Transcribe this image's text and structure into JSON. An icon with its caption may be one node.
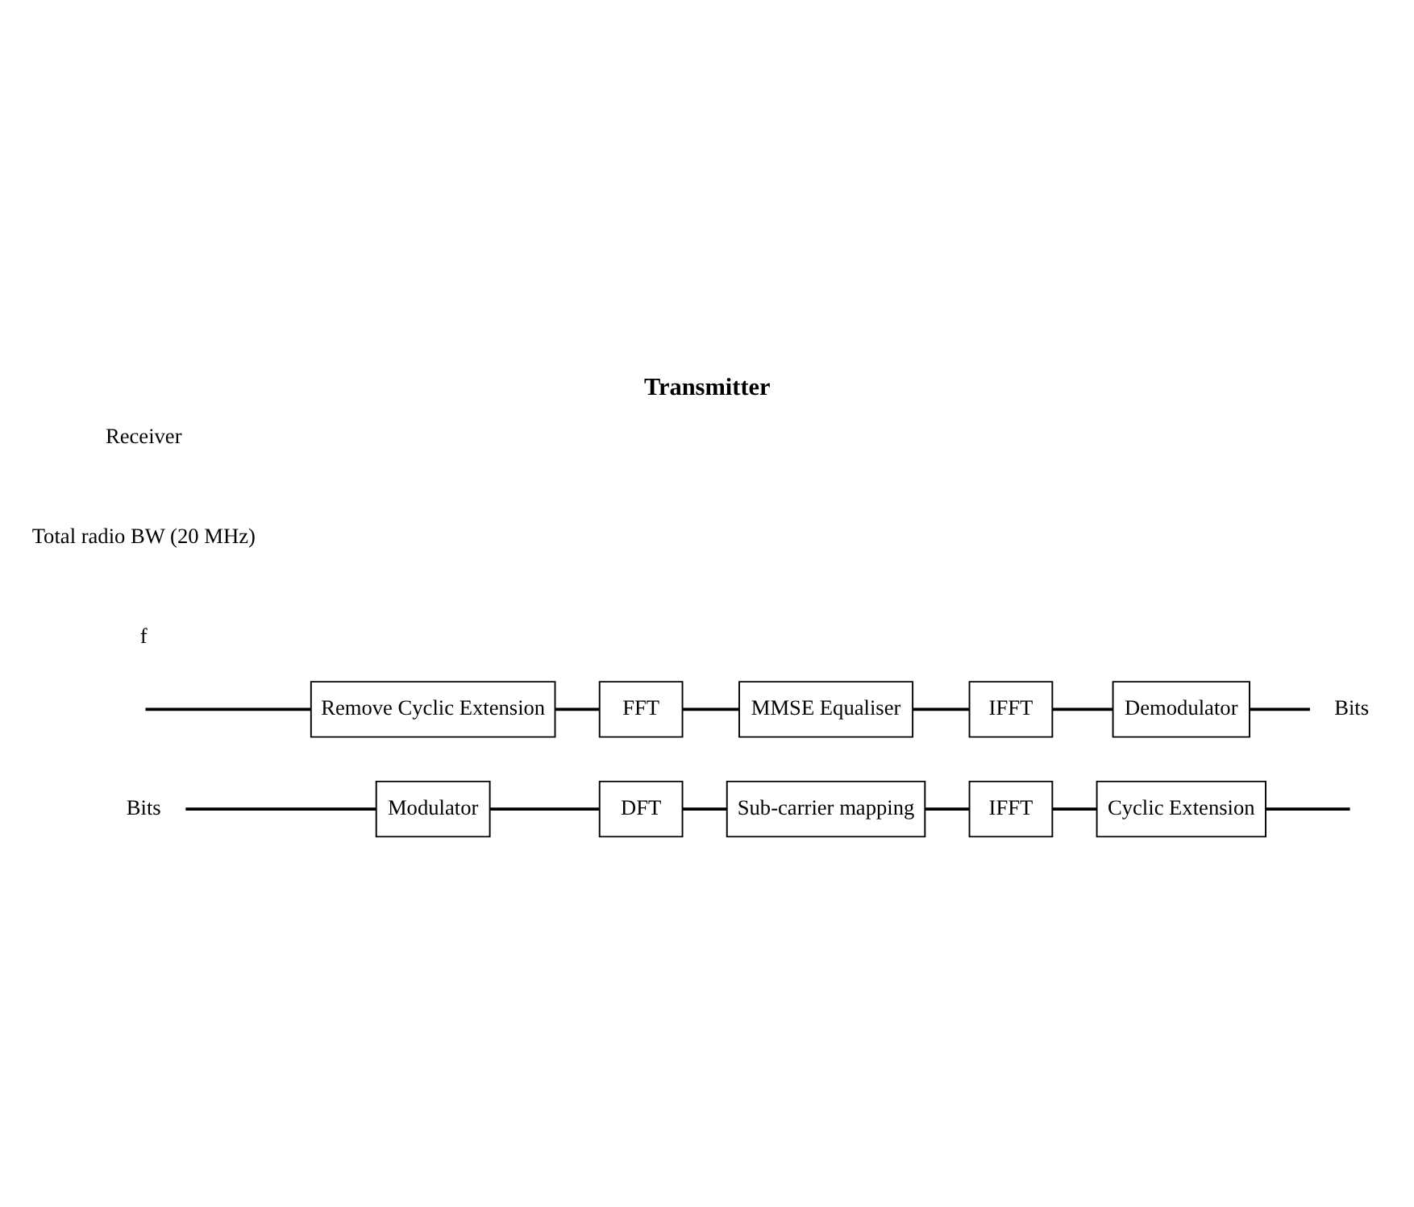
{
  "diagram": {
    "title": "Transmitter",
    "nodes": [
      {
        "text": [
          "Bits"
        ]
      },
      {
        "text": [
          "Modulator"
        ]
      },
      {
        "text": [
          "DFT"
        ]
      },
      {
        "text": [
          "Sub-carrier mapping"
        ]
      },
      {
        "text": [
          "IFFT"
        ]
      },
      {
        "text": [
          "Cyclic Extension"
        ]
      },
      {
        "text": [
          "MMSE Equaliser"
        ]
      },
      {
        "text": [
          "FFT"
        ]
      },
      {
        "text": [
          "Remove Cyclic Extension"
        ]
      },
      {
        "text": [
          "IFFT"
        ]
      },
      {
        "text": [
          "Demodulator"
        ]
      },
      {
        "text": [
          "Bits"
        ]
      }
    ],
    "edges": [
      {
        "from": 0,
        "to": 1,
        "arrow": "none"
      },
      {
        "from": 1,
        "to": 2,
        "arrow": "none"
      },
      {
        "from": 2,
        "to": 3,
        "arrow": "none"
      },
      {
        "from": 3,
        "to": 4,
        "arrow": "none"
      },
      {
        "from": 4,
        "to": 5,
        "arrow": "none"
      },
      {
        "from": 5,
        "to": null,
        "arrow": "none"
      },
      {
        "from": null,
        "to": 8,
        "arrow": "none"
      },
      {
        "from": 8,
        "to": 7,
        "arrow": "none"
      },
      {
        "from": 7,
        "to": 6,
        "arrow": "none"
      },
      {
        "from": 6,
        "to": 9,
        "arrow": "none"
      },
      {
        "from": 9,
        "to": 10,
        "arrow": "none"
      },
      {
        "from": 10,
        "to": 11,
        "arrow": "none"
      }
    ],
    "labels": [
      "f",
      "Total radio BW (20 MHz)",
      "Receiver"
    ]
  }
}
